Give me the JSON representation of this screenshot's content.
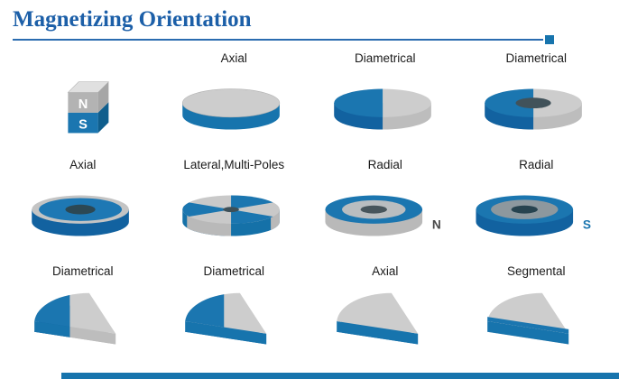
{
  "header": {
    "title": "Magnetizing Orientation"
  },
  "colors": {
    "blue": "#1774ad",
    "blue_dark": "#1262a0",
    "blue_top": "#1b76b0",
    "gray_light": "#cdcdcd",
    "gray_mid": "#b9b9b9",
    "hole_dark": "#41525a",
    "title_blue": "#1c5fa8"
  },
  "grid": {
    "cells": [
      {
        "type": "block-magnet",
        "label": "",
        "top_pole": "N",
        "bottom_pole": "S"
      },
      {
        "type": "axial-disc",
        "label": "Axial"
      },
      {
        "type": "diametrical-disc",
        "label": "Diametrical"
      },
      {
        "type": "diametrical-ring",
        "label": "Diametrical"
      },
      {
        "type": "axial-ring",
        "label": "Axial"
      },
      {
        "type": "lateral-multipole-disc",
        "label": "Lateral,Multi-Poles"
      },
      {
        "type": "radial-ring",
        "label": "Radial",
        "pole": "N"
      },
      {
        "type": "radial-ring",
        "label": "Radial",
        "pole": "S"
      },
      {
        "type": "diametrical-arc",
        "label": "Diametrical"
      },
      {
        "type": "diametrical-arc",
        "label": "Diametrical"
      },
      {
        "type": "axial-arc",
        "label": "Axial"
      },
      {
        "type": "segmental-arc",
        "label": "Segmental"
      }
    ]
  }
}
